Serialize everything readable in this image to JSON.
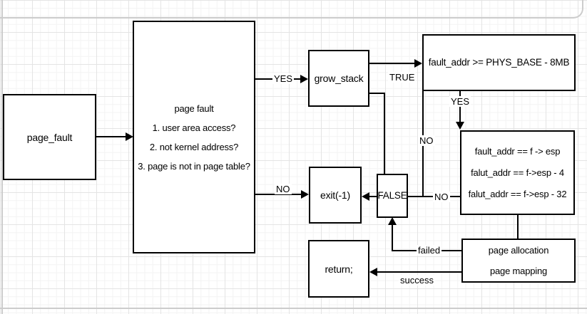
{
  "diagram": {
    "title": "page fault handling flowchart",
    "nodes": {
      "page_fault": {
        "label": "page_fault"
      },
      "checks": {
        "lines": [
          "page fault",
          "1. user area access?",
          "2. not kernel address?",
          "3. page is not in page table?"
        ]
      },
      "grow_stack": {
        "label": "grow_stack"
      },
      "phys_base": {
        "label": "fault_addr >= PHYS_BASE - 8MB"
      },
      "esp_check": {
        "lines": [
          "fault_addr == f -> esp",
          "falut_addr == f->esp - 4",
          "falut_addr == f->esp - 32"
        ]
      },
      "exit": {
        "label": "exit(-1)"
      },
      "false_box": {
        "label": "FALSE"
      },
      "return": {
        "label": "return;"
      },
      "page_alloc": {
        "lines": [
          "page allocation",
          "page mapping"
        ]
      }
    },
    "edge_labels": {
      "yes_top": "YES",
      "true_label": "TRUE",
      "yes_right": "YES",
      "no_phys": "NO",
      "no_esp": "NO",
      "no_left": "NO",
      "failed": "failed",
      "success": "success"
    },
    "colors": {
      "stroke": "#000000",
      "node_fill": "#ffffff",
      "grid_minor": "#f3f3f3",
      "grid_major": "#e4e4e4",
      "page_border": "#cccccc"
    }
  }
}
